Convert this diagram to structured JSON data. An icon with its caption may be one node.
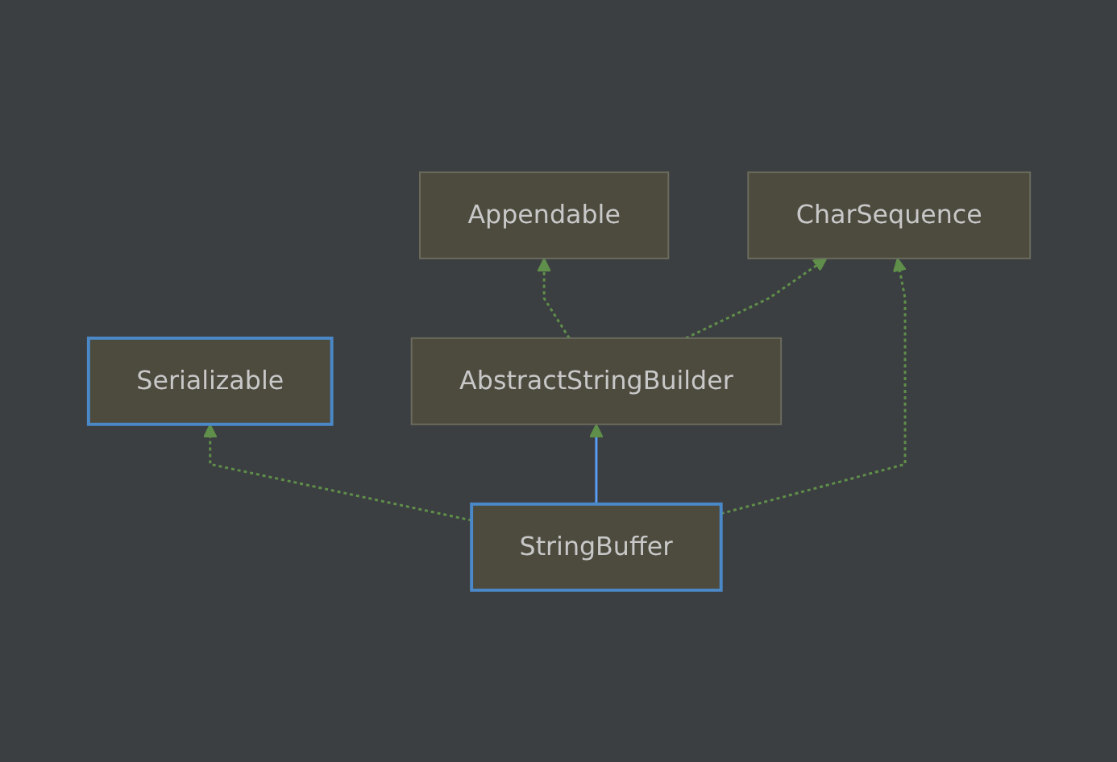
{
  "diagram": {
    "nodes": [
      {
        "text": [
          "Appendable"
        ]
      },
      {
        "text": [
          "CharSequence"
        ]
      },
      {
        "text": [
          "Serializable"
        ]
      },
      {
        "text": [
          "AbstractStringBuilder"
        ]
      },
      {
        "text": [
          "StringBuffer"
        ]
      }
    ],
    "edges": [
      {
        "from": 3,
        "to": 0,
        "arrow": "to",
        "style": "dashed"
      },
      {
        "from": 3,
        "to": 1,
        "arrow": "to",
        "style": "dashed"
      },
      {
        "from": 4,
        "to": 2,
        "arrow": "to",
        "style": "dashed"
      },
      {
        "from": 4,
        "to": 3,
        "arrow": "to",
        "color": "#589df6"
      },
      {
        "from": 4,
        "to": 1,
        "arrow": "to",
        "style": "dashed"
      }
    ]
  }
}
